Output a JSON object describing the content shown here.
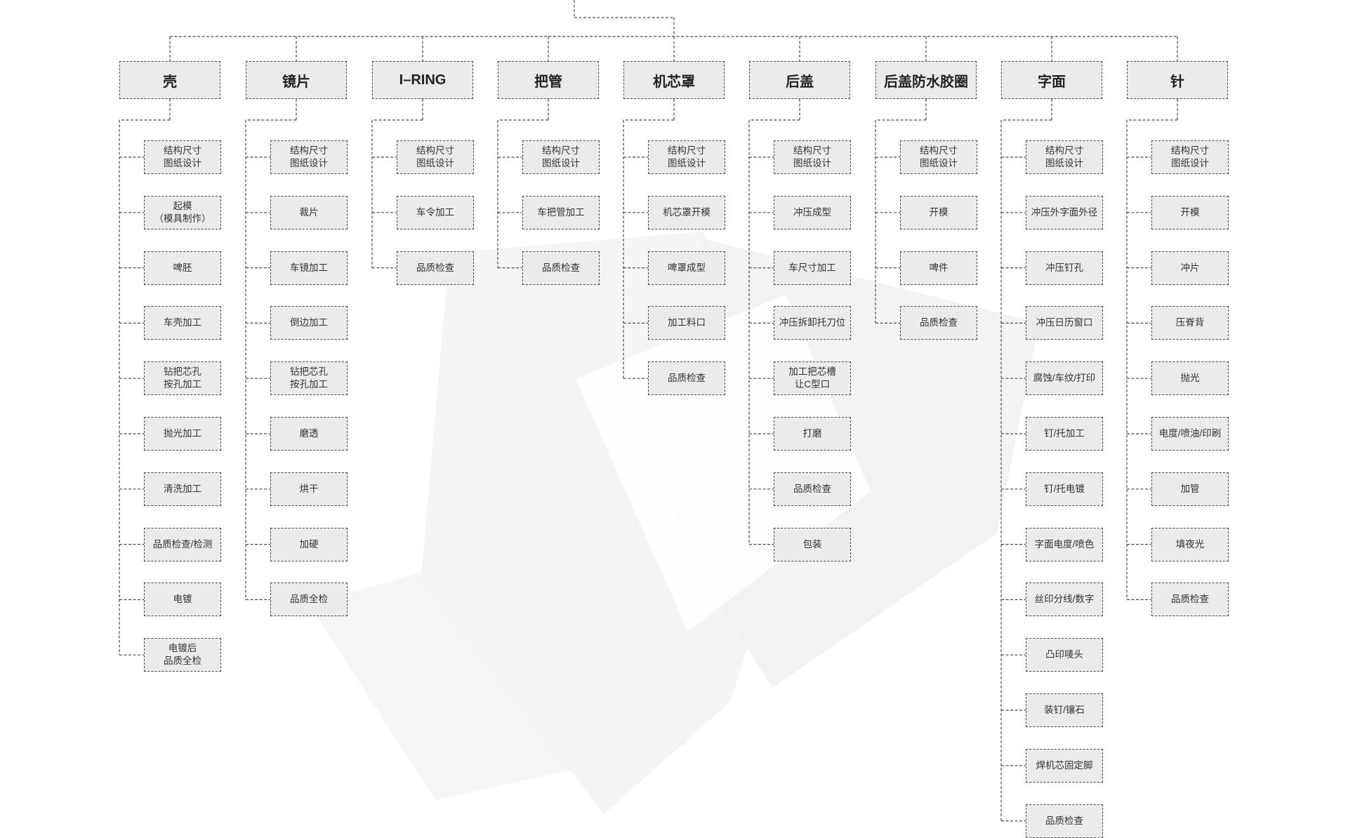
{
  "colors": {
    "background": "#ffffff",
    "box_fill": "#ebebeb",
    "box_border": "#4a4a4a",
    "connector": "#4a4a4a",
    "watermark": "#f3f3f3"
  },
  "watermark_icon": "abstract-logo-watermark",
  "categories": [
    {
      "label": "壳",
      "steps": [
        "结构尺寸\n图纸设计",
        "起模\n（模具制作）",
        "啤胚",
        "车壳加工",
        "钻把芯孔\n按孔加工",
        "抛光加工",
        "清洗加工",
        "品质检查/检测",
        "电镀",
        "电镀后\n品质全检"
      ]
    },
    {
      "label": "镜片",
      "steps": [
        "结构尺寸\n图纸设计",
        "裁片",
        "车镜加工",
        "倒边加工",
        "钻把芯孔\n按孔加工",
        "磨透",
        "烘干",
        "加硬",
        "品质全检"
      ]
    },
    {
      "label": "I–RING",
      "steps": [
        "结构尺寸\n图纸设计",
        "车令加工",
        "品质检查"
      ]
    },
    {
      "label": "把管",
      "steps": [
        "结构尺寸\n图纸设计",
        "车把管加工",
        "品质检查"
      ]
    },
    {
      "label": "机芯罩",
      "steps": [
        "结构尺寸\n图纸设计",
        "机芯罩开模",
        "啤罩成型",
        "加工料口",
        "品质检查"
      ]
    },
    {
      "label": "后盖",
      "steps": [
        "结构尺寸\n图纸设计",
        "冲压成型",
        "车尺寸加工",
        "冲压拆卸托刀位",
        "加工把芯槽\n让C型口",
        "打磨",
        "品质检查",
        "包装"
      ]
    },
    {
      "label": "后盖防水胶圈",
      "steps": [
        "结构尺寸\n图纸设计",
        "开模",
        "啤件",
        "品质检查"
      ]
    },
    {
      "label": "字面",
      "steps": [
        "结构尺寸\n图纸设计",
        "冲压外字面外径",
        "冲压钉孔",
        "冲压日历窗口",
        "腐蚀/车纹/打印",
        "钉/托加工",
        "钉/托电镀",
        "字面电度/喷色",
        "丝印分线/数字",
        "凸印唛头",
        "装钉/镶石",
        "焊机芯固定脚",
        "品质检查"
      ]
    },
    {
      "label": "针",
      "steps": [
        "结构尺寸\n图纸设计",
        "开模",
        "冲片",
        "压脊背",
        "抛光",
        "电度/喷油/印刷",
        "加管",
        "填夜光",
        "品质检查"
      ]
    }
  ]
}
